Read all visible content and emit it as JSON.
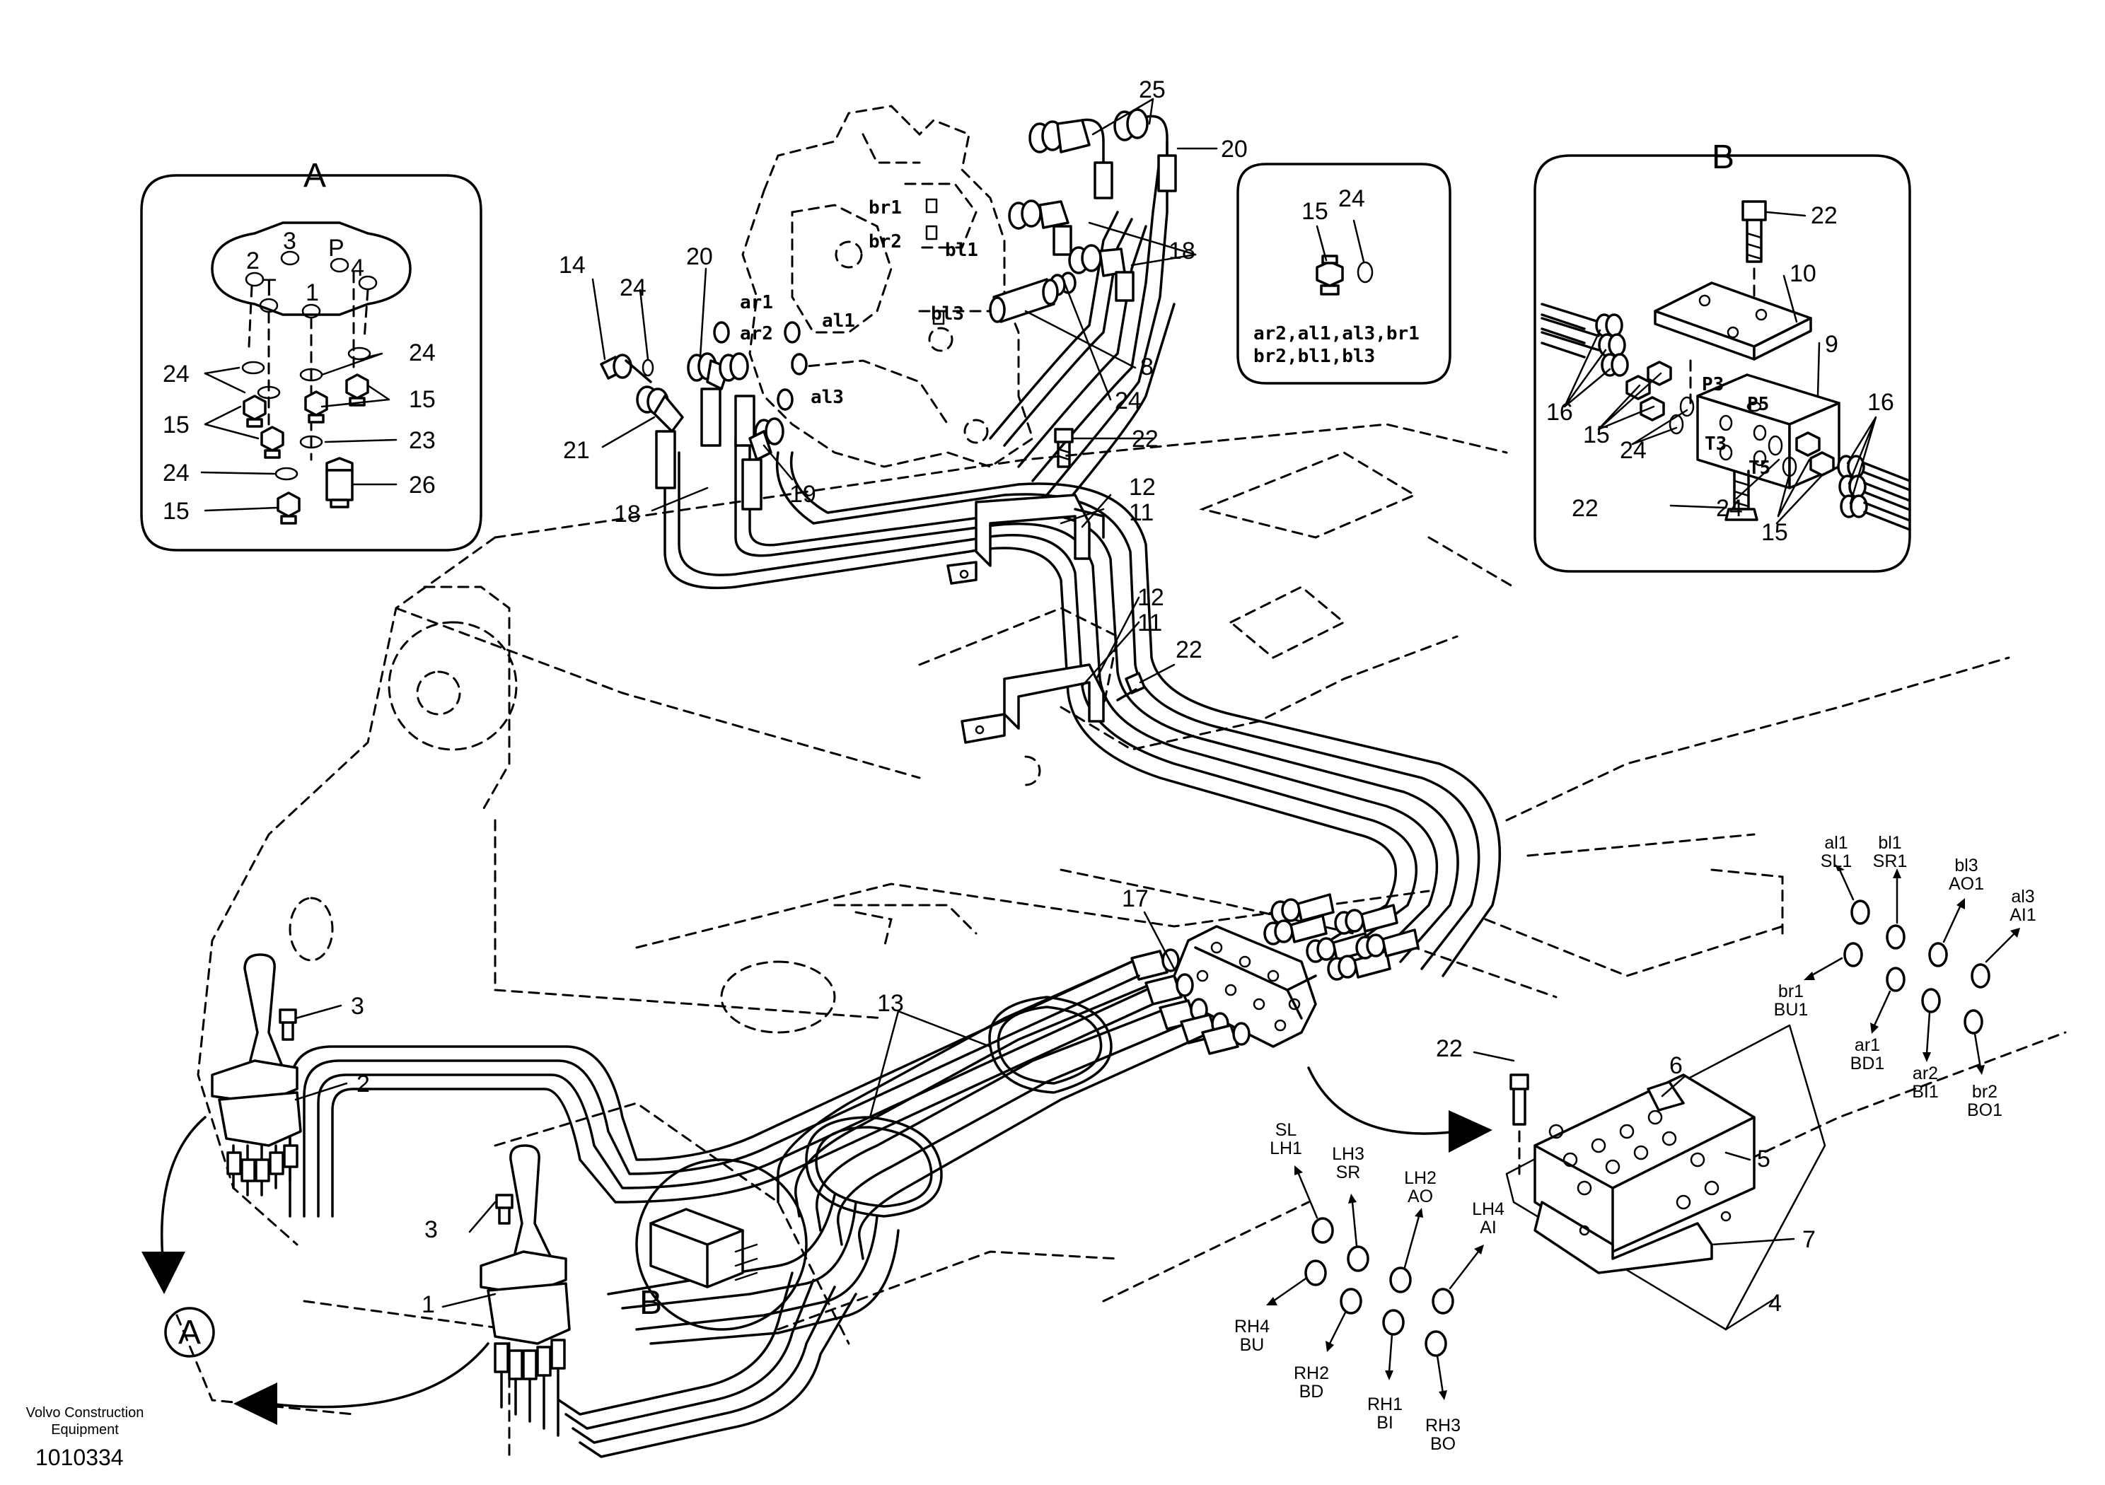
{
  "footer": {
    "brand_line1": "Volvo Construction",
    "brand_line2": "Equipment",
    "document_number": "1010334"
  },
  "detail_a": {
    "title": "A",
    "port_labels": [
      "2",
      "3",
      "P",
      "4",
      "1",
      "T"
    ],
    "callouts": [
      "24",
      "24",
      "15",
      "15",
      "23",
      "24",
      "26",
      "15"
    ]
  },
  "detail_b": {
    "title": "B",
    "port_labels": [
      "P3",
      "P5",
      "T3",
      "T5"
    ],
    "callouts": [
      "22",
      "10",
      "9",
      "16",
      "15",
      "24",
      "16",
      "22",
      "24",
      "15"
    ]
  },
  "fitting_detail": {
    "callouts": [
      "15",
      "24"
    ],
    "ports_line1": "ar2,al1,al3,br1",
    "ports_line2": "br2,bl1,bl3"
  },
  "control_valve": {
    "port_labels": [
      "br1",
      "br2",
      "bl1",
      "ar1",
      "al1",
      "ar2",
      "bl3",
      "al3"
    ]
  },
  "main_callouts": [
    "25",
    "20",
    "18",
    "20",
    "14",
    "24",
    "21",
    "18",
    "19",
    "8",
    "24",
    "22",
    "12",
    "11",
    "12",
    "11",
    "22",
    "17",
    "13",
    "3",
    "2",
    "3",
    "1",
    "22",
    "6",
    "5",
    "7",
    "4"
  ],
  "view_markers": [
    "A",
    "B"
  ],
  "right_codes": [
    {
      "l1": "al1",
      "l2": "SL1"
    },
    {
      "l1": "bl1",
      "l2": "SR1"
    },
    {
      "l1": "bl3",
      "l2": "AO1"
    },
    {
      "l1": "al3",
      "l2": "AI1"
    },
    {
      "l1": "br1",
      "l2": "BU1"
    },
    {
      "l1": "ar1",
      "l2": "BD1"
    },
    {
      "l1": "ar2",
      "l2": "BI1"
    },
    {
      "l1": "br2",
      "l2": "BO1"
    }
  ],
  "bottom_codes": [
    {
      "l1": "SL",
      "l2": "LH1"
    },
    {
      "l1": "LH3",
      "l2": "SR"
    },
    {
      "l1": "LH2",
      "l2": "AO"
    },
    {
      "l1": "LH4",
      "l2": "AI"
    },
    {
      "l1": "RH4",
      "l2": "BU"
    },
    {
      "l1": "RH2",
      "l2": "BD"
    },
    {
      "l1": "RH1",
      "l2": "BI"
    },
    {
      "l1": "RH3",
      "l2": "BO"
    }
  ]
}
